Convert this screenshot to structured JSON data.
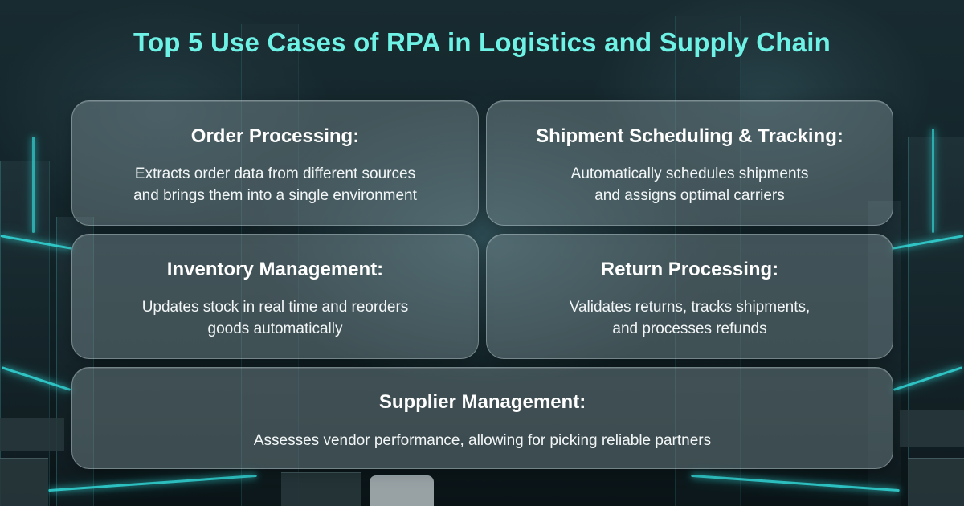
{
  "title": "Top 5 Use Cases of RPA in Logistics and Supply Chain",
  "use_cases": [
    {
      "heading": "Order Processing:",
      "line1": "Extracts order data from different sources",
      "line2": "and brings them into a single environment"
    },
    {
      "heading": "Shipment Scheduling & Tracking:",
      "line1": "Automatically schedules shipments",
      "line2": "and assigns optimal carriers"
    },
    {
      "heading": "Inventory Management:",
      "line1": "Updates stock in real time and reorders",
      "line2": "goods automatically"
    },
    {
      "heading": "Return Processing:",
      "line1": "Validates returns, tracks shipments,",
      "line2": "and processes refunds"
    },
    {
      "heading": "Supplier Management:",
      "line1": "Assesses vendor performance, allowing for picking reliable partners"
    }
  ],
  "colors": {
    "title": "#6ff2e6",
    "neon_accent": "#35e0e0",
    "card_text": "#ffffff"
  }
}
